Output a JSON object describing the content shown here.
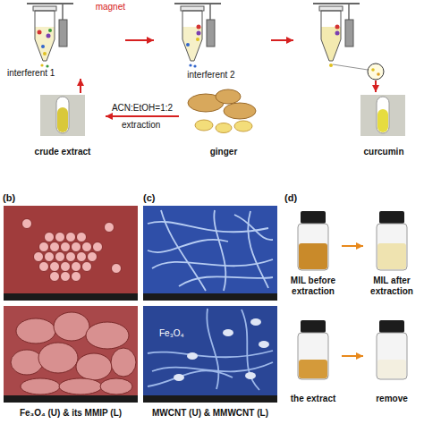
{
  "diagram": {
    "nodes": [
      {
        "text": [
          "magnet",
          "interferent 1"
        ]
      },
      {
        "text": [
          "interferent 2"
        ]
      },
      {
        "text": [
          "crude extract"
        ]
      },
      {
        "text": [
          "ginger"
        ]
      },
      {
        "text": [
          "curcumin"
        ]
      },
      {
        "text": [
          "MIL before extraction"
        ]
      },
      {
        "text": [
          "MIL after extraction"
        ]
      },
      {
        "text": [
          "the extract"
        ]
      },
      {
        "text": [
          "remove"
        ]
      }
    ],
    "edges": [
      {
        "from": 0,
        "to": 1,
        "arrow": "to"
      },
      {
        "from": 2,
        "to": 0,
        "arrow": "to"
      },
      {
        "from": 3,
        "to": 2,
        "arrow": "to",
        "label": "ACN:EtOH=1:2"
      },
      {
        "from": 5,
        "to": 6,
        "arrow": "to"
      },
      {
        "from": 7,
        "to": 8,
        "arrow": "to"
      }
    ],
    "labels": [
      "extraction",
      "(b)",
      "(c)",
      "(d)",
      "Fe₃O₄",
      "Fe₃O₄ (U) & its MMIP (L)",
      "MWCNT (U) & MMWCNT (L)"
    ]
  }
}
